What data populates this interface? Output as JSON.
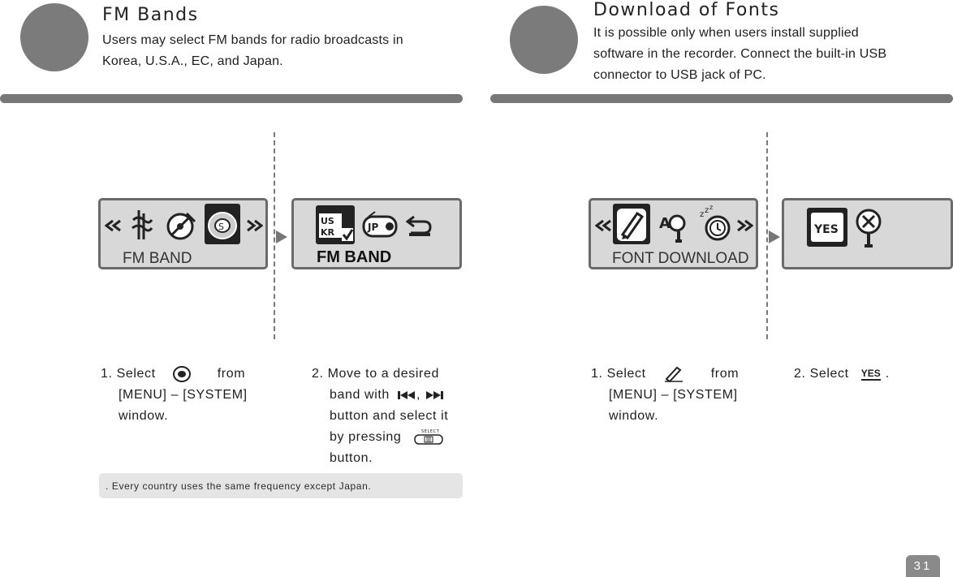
{
  "left": {
    "title": "FM Bands",
    "desc_line1": "Users may select FM bands for radio broadcasts in",
    "desc_line2": "Korea, U.S.A., EC, and Japan.",
    "screen1_label": "FM BAND",
    "screen2_label": "FM BAND",
    "screen2_badge_country": "US",
    "screen2_badge_country2": "KR",
    "screen2_jp": "JP",
    "step1": {
      "num": "1. Select",
      "from": "from",
      "line2": "[MENU] – [SYSTEM]",
      "line3": "window."
    },
    "step2": {
      "line1": "2. Move to a desired",
      "line2_a": "band with",
      "line2_b": ",",
      "line3": "button and select it",
      "line4": "by pressing",
      "line5": "button.",
      "select_caption": "SELECT"
    },
    "note": ". Every country uses the same frequency except Japan."
  },
  "right": {
    "title": "Download of Fonts",
    "desc_line1": "It is possible only when users install supplied",
    "desc_line2": "software in the recorder. Connect the built-in USB",
    "desc_line3": "connector to USB jack of PC.",
    "screen1_label": "FONT DOWNLOAD",
    "screen2_yes": "YES",
    "step1": {
      "num": "1. Select",
      "from": "from",
      "line2": "[MENU] – [SYSTEM]",
      "line3": "window."
    },
    "step2": {
      "line1_a": "2. Select",
      "yes": "YES",
      "line1_b": "."
    }
  },
  "page_number": "31",
  "colors": {
    "accent_gray": "#777777",
    "screen_bg": "#d8d8d8",
    "note_bg": "#e5e5e5"
  }
}
